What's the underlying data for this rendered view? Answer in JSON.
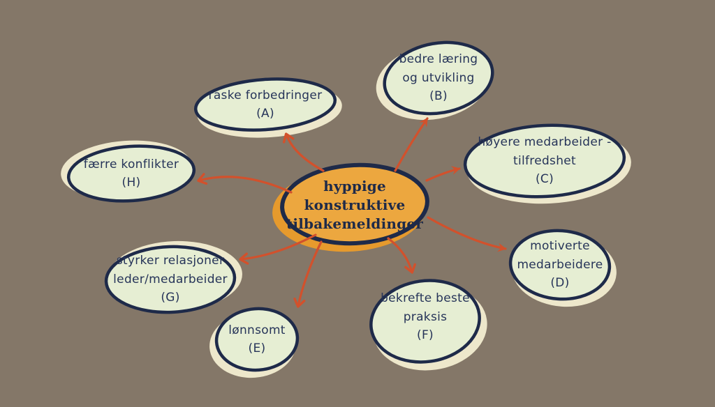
{
  "title": "hyppige konstruktive tilbakemeldinger mindmap",
  "colors": {
    "background": "#847768",
    "node_fill": "#e6eed3",
    "node_shadow": "#ede7cb",
    "node_border": "#1e2a49",
    "center_fill": "#eca73f",
    "center_shadow": "#e69a2d",
    "arrow": "#d2512c",
    "text": "#263459"
  },
  "center": {
    "lines": [
      "hyppige",
      "konstruktive",
      "tilbakemeldinger"
    ]
  },
  "nodes": [
    {
      "id": "A",
      "lines": [
        "raske forbedringer",
        "(A)"
      ]
    },
    {
      "id": "B",
      "lines": [
        "bedre læring",
        "og utvikling",
        "(B)"
      ]
    },
    {
      "id": "C",
      "lines": [
        "høyere medarbeider -",
        "tilfredshet",
        "(C)"
      ]
    },
    {
      "id": "D",
      "lines": [
        "motiverte",
        "medarbeidere",
        "(D)"
      ]
    },
    {
      "id": "E",
      "lines": [
        "lønnsomt",
        "(E)"
      ]
    },
    {
      "id": "F",
      "lines": [
        "bekrefte beste",
        "praksis",
        "(F)"
      ]
    },
    {
      "id": "G",
      "lines": [
        "styrker relasjoner",
        "leder/medarbeider",
        "(G)"
      ]
    },
    {
      "id": "H",
      "lines": [
        "færre konflikter",
        "(H)"
      ]
    }
  ],
  "edges": [
    {
      "from": "center",
      "to": "A",
      "head": "open"
    },
    {
      "from": "center",
      "to": "B",
      "head": "filled"
    },
    {
      "from": "center",
      "to": "C",
      "head": "filled"
    },
    {
      "from": "center",
      "to": "D",
      "head": "filled"
    },
    {
      "from": "center",
      "to": "E",
      "head": "open"
    },
    {
      "from": "center",
      "to": "F",
      "head": "open"
    },
    {
      "from": "center",
      "to": "G",
      "head": "open"
    },
    {
      "from": "center",
      "to": "H",
      "head": "open"
    }
  ]
}
